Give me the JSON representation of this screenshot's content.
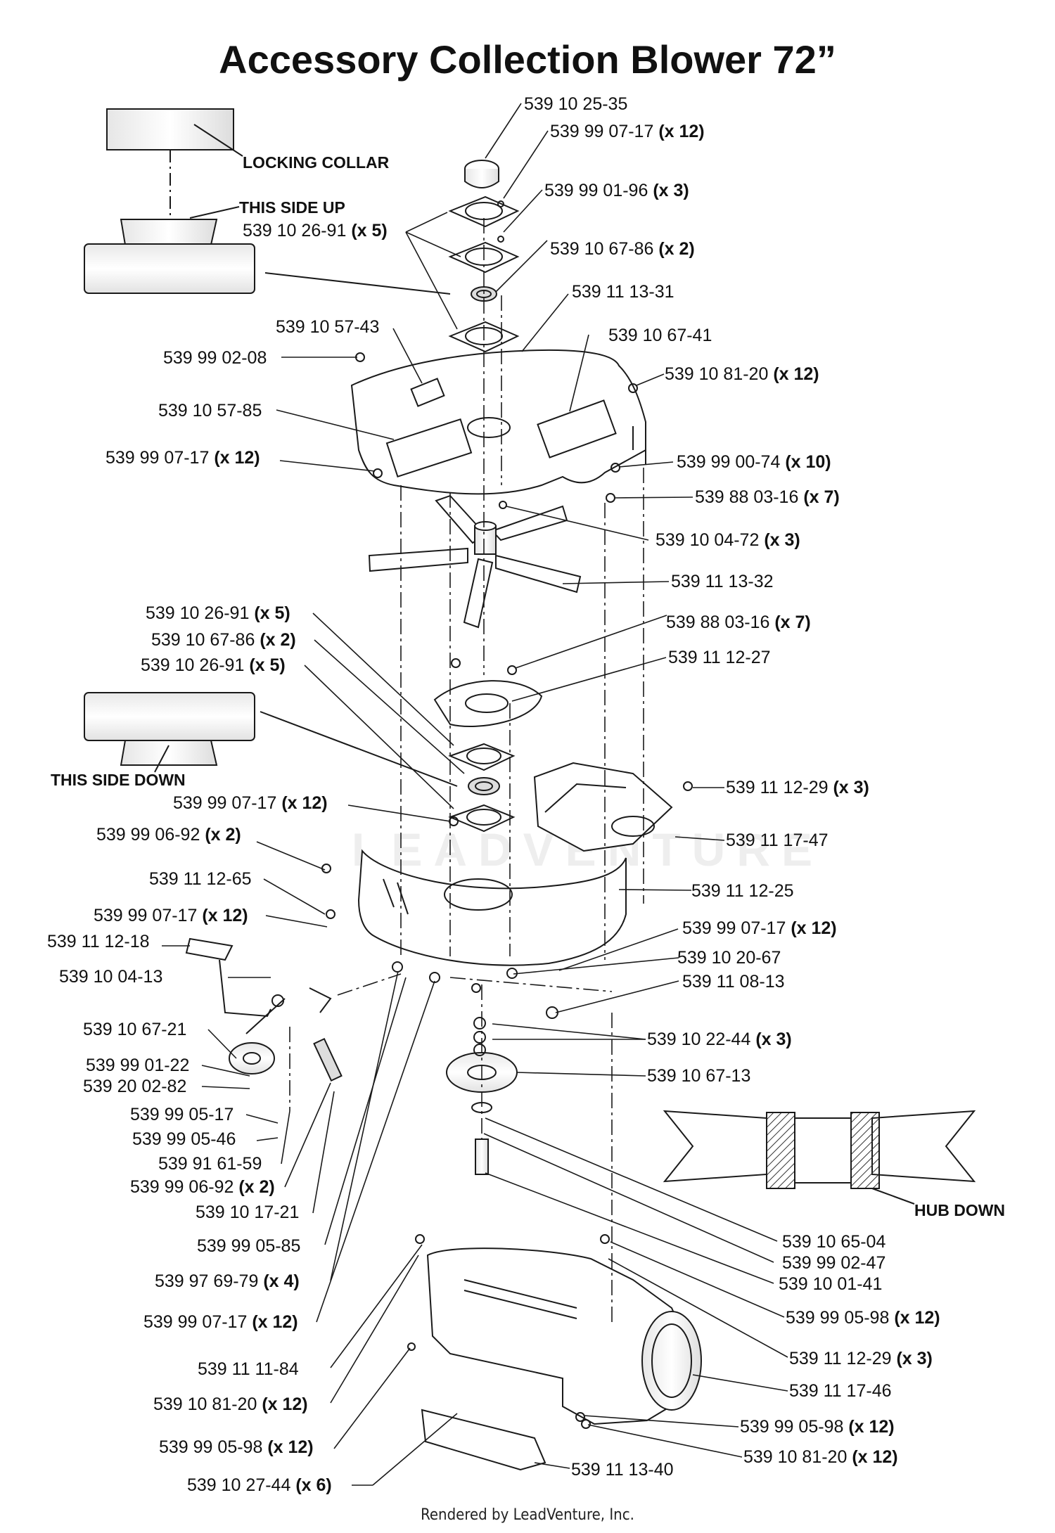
{
  "title": "Accessory Collection Blower 72”",
  "footer": "Rendered by LeadVenture, Inc.",
  "watermark": "LEADVENTURE",
  "notes": [
    "LOCKING COLLAR",
    "THIS SIDE UP",
    "THIS SIDE DOWN",
    "HUB DOWN"
  ],
  "parts": [
    {
      "id": "p01",
      "pn": "539 10 25-35",
      "qty": ""
    },
    {
      "id": "p02",
      "pn": "539 99 07-17",
      "qty": "(x 12)"
    },
    {
      "id": "p03",
      "pn": "539 99 01-96",
      "qty": "(x 3)"
    },
    {
      "id": "p04",
      "pn": "539 10 26-91",
      "qty": "(x 5)"
    },
    {
      "id": "p05",
      "pn": "539 10 67-86",
      "qty": "(x 2)"
    },
    {
      "id": "p06",
      "pn": "539 11 13-31",
      "qty": ""
    },
    {
      "id": "p07",
      "pn": "539 10 57-43",
      "qty": ""
    },
    {
      "id": "p08",
      "pn": "539 10 67-41",
      "qty": ""
    },
    {
      "id": "p09",
      "pn": "539 99 02-08",
      "qty": ""
    },
    {
      "id": "p10",
      "pn": "539 10 81-20",
      "qty": "(x 12)"
    },
    {
      "id": "p11",
      "pn": "539 10 57-85",
      "qty": ""
    },
    {
      "id": "p12",
      "pn": "539 99 07-17",
      "qty": "(x 12)"
    },
    {
      "id": "p13",
      "pn": "539 99 00-74",
      "qty": "(x 10)"
    },
    {
      "id": "p14",
      "pn": "539 88 03-16",
      "qty": "(x 7)"
    },
    {
      "id": "p15",
      "pn": "539 10 04-72",
      "qty": "(x 3)"
    },
    {
      "id": "p16",
      "pn": "539 11 13-32",
      "qty": ""
    },
    {
      "id": "p17",
      "pn": "539 10 26-91",
      "qty": "(x 5)"
    },
    {
      "id": "p18",
      "pn": "539 88 03-16",
      "qty": "(x 7)"
    },
    {
      "id": "p19",
      "pn": "539 10 67-86",
      "qty": "(x 2)"
    },
    {
      "id": "p20",
      "pn": "539 10 26-91",
      "qty": "(x 5)"
    },
    {
      "id": "p21",
      "pn": "539 11 12-27",
      "qty": ""
    },
    {
      "id": "p22",
      "pn": "539 11 12-29",
      "qty": "(x 3)"
    },
    {
      "id": "p23",
      "pn": "539 99 07-17",
      "qty": "(x 12)"
    },
    {
      "id": "p24",
      "pn": "539 11 17-47",
      "qty": ""
    },
    {
      "id": "p25",
      "pn": "539 99 06-92",
      "qty": "(x 2)"
    },
    {
      "id": "p26",
      "pn": "539 11 12-65",
      "qty": ""
    },
    {
      "id": "p27",
      "pn": "539 11 12-25",
      "qty": ""
    },
    {
      "id": "p28",
      "pn": "539 99 07-17",
      "qty": "(x 12)"
    },
    {
      "id": "p29",
      "pn": "539 99 07-17",
      "qty": "(x 12)"
    },
    {
      "id": "p30",
      "pn": "539 11 12-18",
      "qty": ""
    },
    {
      "id": "p31",
      "pn": "539 10 20-67",
      "qty": ""
    },
    {
      "id": "p32",
      "pn": "539 10 04-13",
      "qty": ""
    },
    {
      "id": "p33",
      "pn": "539 11 08-13",
      "qty": ""
    },
    {
      "id": "p34",
      "pn": "539 10 67-21",
      "qty": ""
    },
    {
      "id": "p35",
      "pn": "539 10 22-44",
      "qty": "(x 3)"
    },
    {
      "id": "p36",
      "pn": "539 99 01-22",
      "qty": ""
    },
    {
      "id": "p37",
      "pn": "539 10 67-13",
      "qty": ""
    },
    {
      "id": "p38",
      "pn": "539 20 02-82",
      "qty": ""
    },
    {
      "id": "p39",
      "pn": "539 99 05-17",
      "qty": ""
    },
    {
      "id": "p40",
      "pn": "539 99 05-46",
      "qty": ""
    },
    {
      "id": "p41",
      "pn": "539 91 61-59",
      "qty": ""
    },
    {
      "id": "p42",
      "pn": "539 99 06-92",
      "qty": "(x 2)"
    },
    {
      "id": "p43",
      "pn": "539 10 17-21",
      "qty": ""
    },
    {
      "id": "p44",
      "pn": "539 10 65-04",
      "qty": ""
    },
    {
      "id": "p45",
      "pn": "539 99 05-85",
      "qty": ""
    },
    {
      "id": "p46",
      "pn": "539 99 02-47",
      "qty": ""
    },
    {
      "id": "p47",
      "pn": "539 10 01-41",
      "qty": ""
    },
    {
      "id": "p48",
      "pn": "539 97 69-79",
      "qty": "(x 4)"
    },
    {
      "id": "p49",
      "pn": "539 99 05-98",
      "qty": "(x 12)"
    },
    {
      "id": "p50",
      "pn": "539 99 07-17",
      "qty": "(x 12)"
    },
    {
      "id": "p51",
      "pn": "539 11 12-29",
      "qty": "(x 3)"
    },
    {
      "id": "p52",
      "pn": "539 11 11-84",
      "qty": ""
    },
    {
      "id": "p53",
      "pn": "539 11 17-46",
      "qty": ""
    },
    {
      "id": "p54",
      "pn": "539 10 81-20",
      "qty": "(x 12)"
    },
    {
      "id": "p55",
      "pn": "539 99 05-98",
      "qty": "(x 12)"
    },
    {
      "id": "p56",
      "pn": "539 99 05-98",
      "qty": "(x 12)"
    },
    {
      "id": "p57",
      "pn": "539 10 81-20",
      "qty": "(x 12)"
    },
    {
      "id": "p58",
      "pn": "539 10 27-44",
      "qty": "(x 6)"
    },
    {
      "id": "p59",
      "pn": "539 11 13-40",
      "qty": ""
    }
  ]
}
